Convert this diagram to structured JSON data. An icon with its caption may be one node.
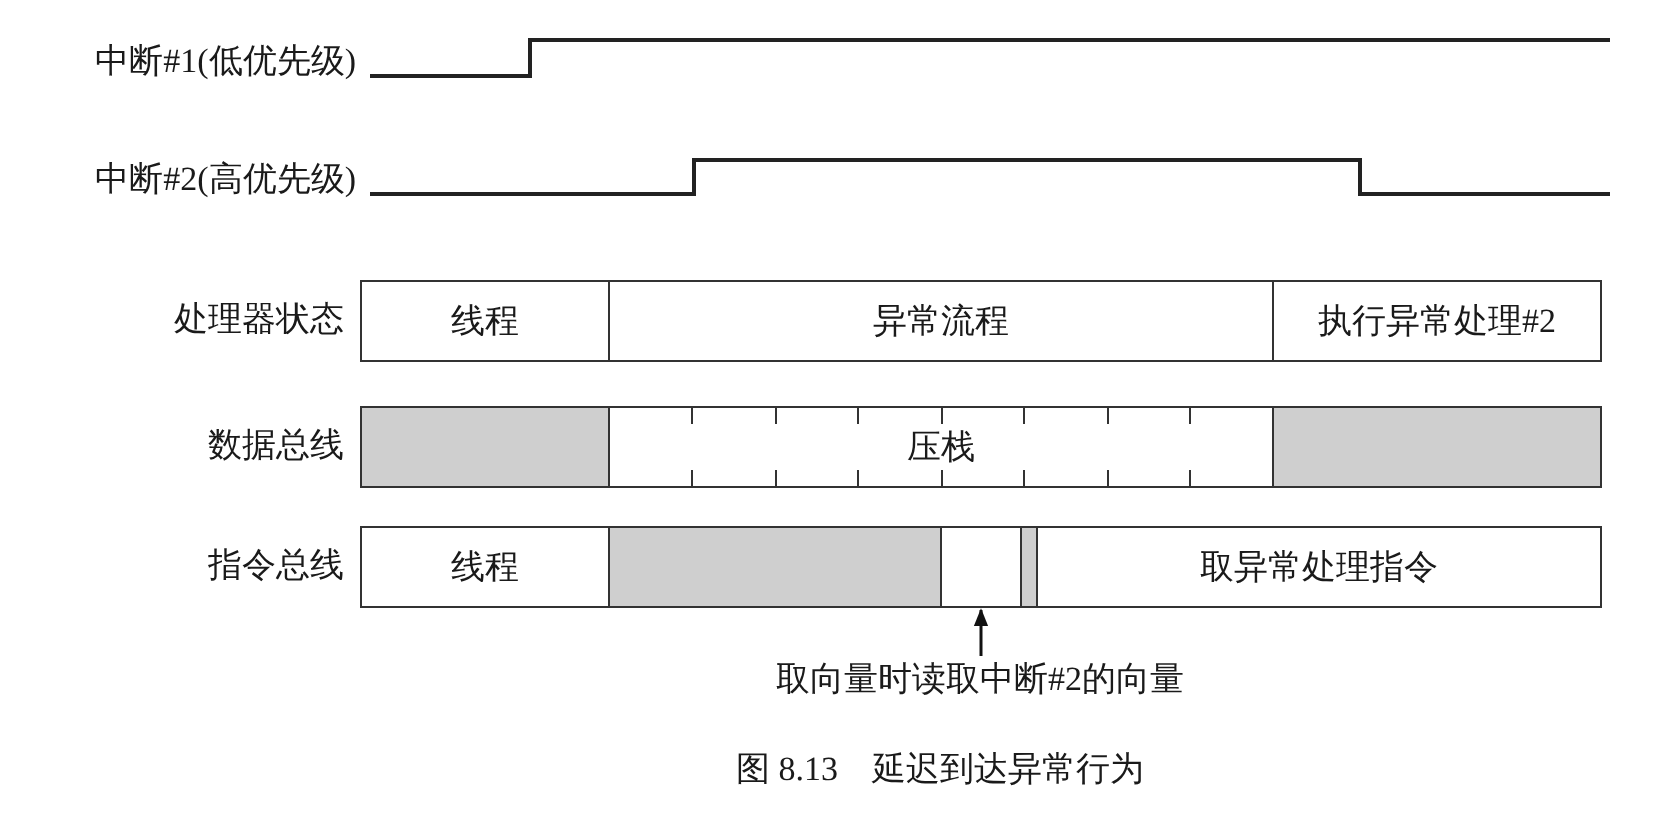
{
  "diagram": {
    "caption": "图 8.13　延迟到达异常行为",
    "nodes": [
      {
        "text": [
          "线程"
        ]
      },
      {
        "text": [
          "异常流程"
        ]
      },
      {
        "text": [
          "执行异常处理#2"
        ]
      },
      {
        "text": [],
        "shape": "bar"
      },
      {
        "text": [
          "压栈"
        ]
      },
      {
        "text": [],
        "shape": "bar"
      },
      {
        "text": [
          "线程"
        ]
      },
      {
        "text": [],
        "shape": "bar"
      },
      {
        "text": [],
        "shape": "box"
      },
      {
        "text": [],
        "shape": "bar"
      },
      {
        "text": [
          "取异常处理指令"
        ]
      },
      {
        "text": [
          "取向量时读取中断#2的向量"
        ]
      }
    ],
    "edges": [
      {
        "from": 11,
        "to": 8,
        "arrow": "to"
      }
    ],
    "labels": [
      "中断#1(低优先级)",
      "中断#2(高优先级)",
      "处理器状态",
      "数据总线",
      "指令总线"
    ]
  }
}
